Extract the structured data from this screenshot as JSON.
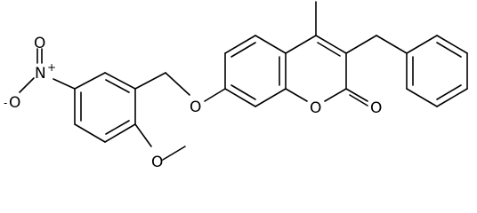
{
  "molecule": {
    "atoms": {
      "nitro_n": "N",
      "nitro_o_double": "O",
      "nitro_o_minus": "O",
      "nitro_charge_plus": "+",
      "nitro_charge_minus": "-",
      "ether_o": "O",
      "methoxy_o": "O",
      "ring_o": "O",
      "carbonyl_o": "O"
    }
  }
}
